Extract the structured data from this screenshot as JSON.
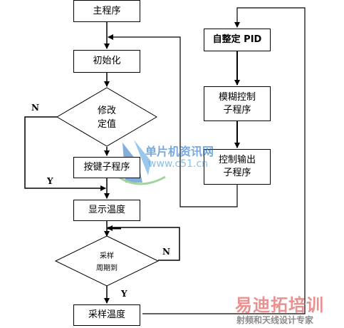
{
  "nodes": {
    "main": "主程序",
    "init": "初始化",
    "modify": [
      "修改",
      "定值"
    ],
    "key": "按键子程序",
    "display": "显示温度",
    "sample_period": [
      "采样",
      "周期到"
    ],
    "sample_temp": "采样温度",
    "autotune": "自整定 PID",
    "fuzzy": [
      "模糊控制",
      "子程序"
    ],
    "output": [
      "控制输出",
      "子程序"
    ]
  },
  "edge_labels": {
    "modify_no": "N",
    "modify_yes": "Y",
    "sample_no": "N",
    "sample_yes": "Y"
  },
  "watermark": {
    "site_cn": "单片机资讯网",
    "site_url": "www.c51.cn",
    "brand_big": "易迪拓培训",
    "brand_small": "射频和天线设计专家"
  }
}
